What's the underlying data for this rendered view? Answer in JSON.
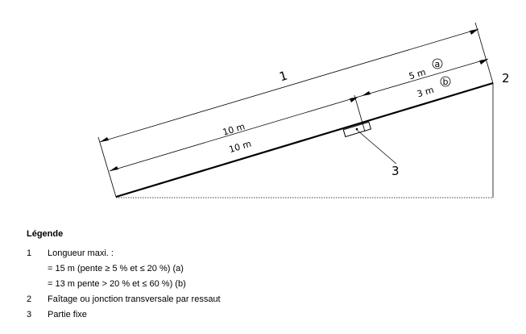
{
  "diagram": {
    "callouts": {
      "one": "1",
      "two": "2",
      "three": "3"
    },
    "dims": {
      "upper_left": "10 m",
      "lower_left": "10 m",
      "upper_right": "5 m",
      "upper_right_mark": "a",
      "lower_right": "3 m",
      "lower_right_mark": "b"
    }
  },
  "legend": {
    "title": "Légende",
    "items": [
      {
        "num": "1",
        "text": "Longueur maxi. :"
      },
      {
        "num": "",
        "text": "= 15 m (pente ≥ 5 % et ≤ 20 %) (a)"
      },
      {
        "num": "",
        "text": "= 13 m pente > 20 % et ≤ 60 %) (b)"
      },
      {
        "num": "2",
        "text": "Faîtage ou jonction transversale par ressaut"
      },
      {
        "num": "3",
        "text": "Partie fixe"
      }
    ]
  }
}
